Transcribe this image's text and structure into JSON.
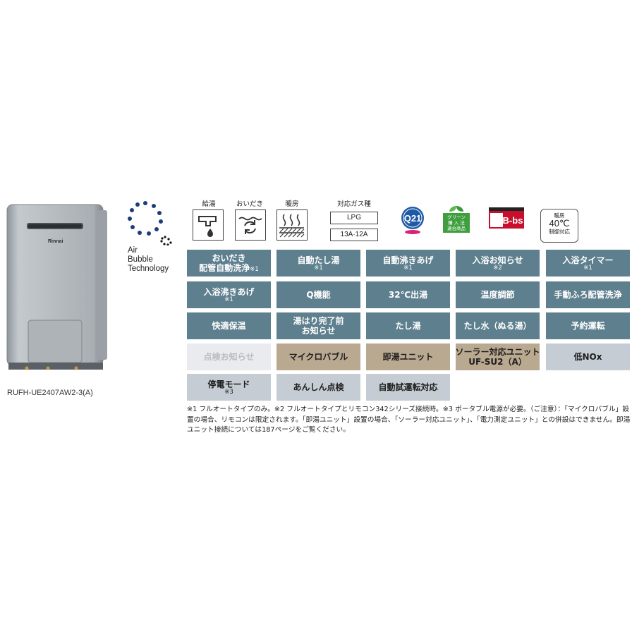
{
  "product": {
    "model": "RUFH-UE2407AW2-3(A)",
    "brand": "Rinnai"
  },
  "bubble_logo": {
    "lines": [
      "Air",
      "Bubble",
      "Technology"
    ]
  },
  "icons": {
    "kyuto": "給湯",
    "oidaki": "おいだき",
    "danbo": "暖房",
    "gas_label": "対応ガス種",
    "gas_lpg": "LPG",
    "gas_city": "13A·12A",
    "q21_mark": "Q21",
    "green_lines": [
      "グリーン",
      "購 入 法",
      "適合商品"
    ],
    "bbs_mark": "B-bs",
    "danbo40": {
      "top": "暖房",
      "temp": "40℃",
      "bottom": "制御対応"
    }
  },
  "features": [
    {
      "label": "おいだき",
      "label2": "配管自動洗浄",
      "note": "※1",
      "style": "blue"
    },
    {
      "label": "自動たし湯",
      "note": "※1",
      "style": "blue"
    },
    {
      "label": "自動沸きあげ",
      "note": "※1",
      "style": "blue"
    },
    {
      "label": "入浴お知らせ",
      "note": "※2",
      "style": "blue"
    },
    {
      "label": "入浴タイマー",
      "note": "※1",
      "style": "blue"
    },
    {
      "label": "入浴沸きあげ",
      "note": "※1",
      "style": "blue"
    },
    {
      "label": "Q機能",
      "style": "blue"
    },
    {
      "label": "32℃出湯",
      "style": "blue"
    },
    {
      "label": "温度調節",
      "style": "blue"
    },
    {
      "label": "手動ふろ配管洗浄",
      "style": "blue"
    },
    {
      "label": "快適保温",
      "style": "blue"
    },
    {
      "label": "湯はり完了前",
      "label2": "お知らせ",
      "style": "blue"
    },
    {
      "label": "たし湯",
      "style": "blue"
    },
    {
      "label": "たし水（ぬる湯）",
      "style": "blue"
    },
    {
      "label": "予約運転",
      "style": "blue"
    },
    {
      "label": "点検お知らせ",
      "style": "light"
    },
    {
      "label": "マイクロバブル",
      "style": "tan"
    },
    {
      "label": "即湯ユニット",
      "style": "tan"
    },
    {
      "label": "ソーラー対応ユニット",
      "label2": "UF-SU2（A）",
      "style": "tan"
    },
    {
      "label": "低NOx",
      "style": "gray"
    },
    {
      "label": "停電モード",
      "note": "※3",
      "style": "gray"
    },
    {
      "label": "あんしん点検",
      "style": "gray"
    },
    {
      "label": "自動試運転対応",
      "style": "gray"
    }
  ],
  "footnote": "※1 フルオートタイプのみ。※2 フルオートタイプとリモコン342シリーズ接続時。※3 ポータブル電源が必要。（ご注意）：「マイクロバブル」設置の場合、リモコンは限定されます。「即湯ユニット」設置の場合、「ソーラー対応ユニット」、「電力測定ユニット」との併設はできません。即湯ユニット接続については187ページをご覧ください。",
  "colors": {
    "blue": "#5e7f8e",
    "tan": "#baa991",
    "gray": "#c6ccd3",
    "light": "#e9ebee"
  }
}
